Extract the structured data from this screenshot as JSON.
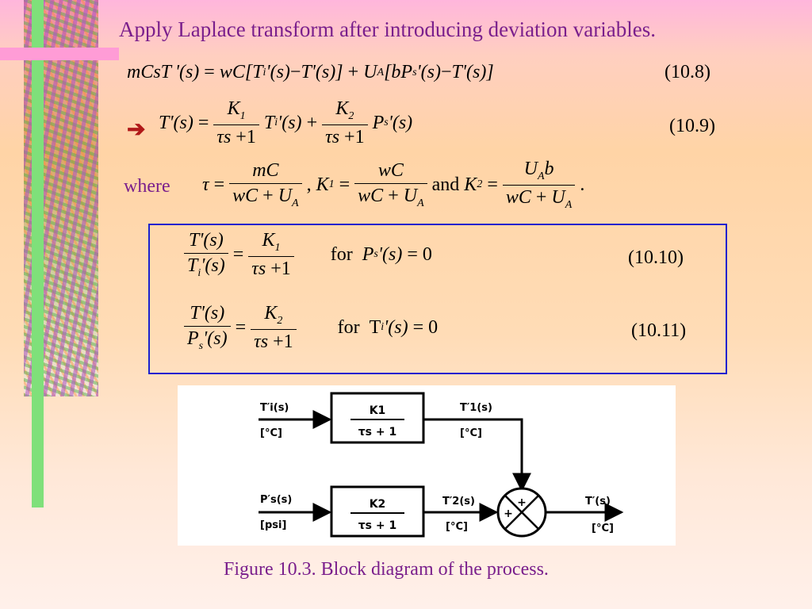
{
  "title": "Apply Laplace transform after introducing deviation variables.",
  "where_label": "where",
  "eq_10_8": {
    "number": "(10.8)"
  },
  "eq_10_9": {
    "number": "(10.9)"
  },
  "eq_10_10": {
    "for_label": "for",
    "number": "(10.10)"
  },
  "eq_10_11": {
    "for_label": "for",
    "number": "(10.11)"
  },
  "and_label": "and",
  "diagram": {
    "input1_label": "T′i(s)",
    "input1_unit": "[°C]",
    "input2_label": "P′s(s)",
    "input2_unit": "[psi]",
    "block1_num": "K1",
    "block1_den": "τs + 1",
    "block2_num": "K2",
    "block2_den": "τs + 1",
    "mid1_label": "T′1(s)",
    "mid1_unit": "[°C]",
    "mid2_label": "T′2(s)",
    "mid2_unit": "[°C]",
    "output_label": "T′(s)",
    "output_unit": "[°C]",
    "sum_plus": "+"
  },
  "caption": "Figure 10.3. Block diagram of the process.",
  "colors": {
    "title": "#7a1f8c",
    "box_border": "#1b22cf",
    "arrow": "#b01818"
  }
}
